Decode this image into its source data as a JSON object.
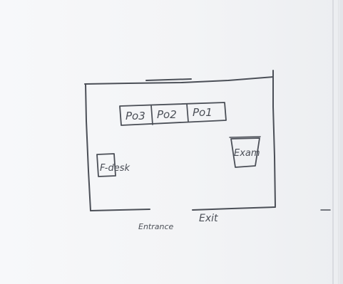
{
  "diagram": {
    "boxes": [
      {
        "id": "po3",
        "label": "Po3"
      },
      {
        "id": "po2",
        "label": "Po2"
      },
      {
        "id": "po1",
        "label": "Po1"
      }
    ],
    "left_label": "F-desk",
    "right_label": "Exam",
    "entrance_label": "Entrance",
    "exit_label": "Exit"
  }
}
